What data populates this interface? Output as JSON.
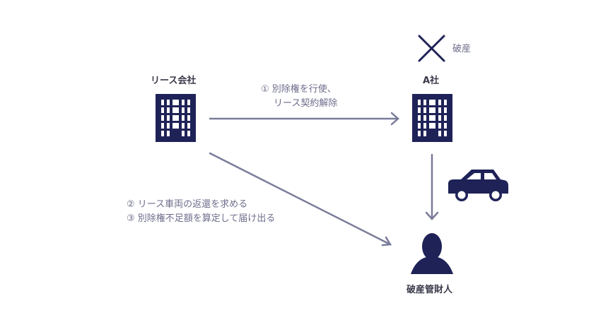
{
  "colors": {
    "icon_navy": "#1e2257",
    "arrow": "#7a7c9a",
    "label_text": "#3a3a4a",
    "note_text": "#6d6d8c"
  },
  "nodes": {
    "lease_company": {
      "label": "リース会社",
      "icon": "building-icon"
    },
    "company_a": {
      "label": "A社",
      "icon": "building-icon",
      "status_mark": "cross-icon",
      "status_label": "破産"
    },
    "trustee": {
      "label": "破産管財人",
      "icon": "person-icon"
    },
    "vehicle": {
      "icon": "car-icon"
    }
  },
  "edges": [
    {
      "from": "lease_company",
      "to": "company_a",
      "lines": [
        "① 別除権を行使、",
        "リース契約解除"
      ]
    },
    {
      "from": "lease_company",
      "to": "trustee",
      "lines": [
        "② リース車両の返還を求める",
        "③ 別除権不足額を算定して届け出る"
      ]
    },
    {
      "from": "company_a",
      "to": "trustee",
      "lines": []
    }
  ]
}
